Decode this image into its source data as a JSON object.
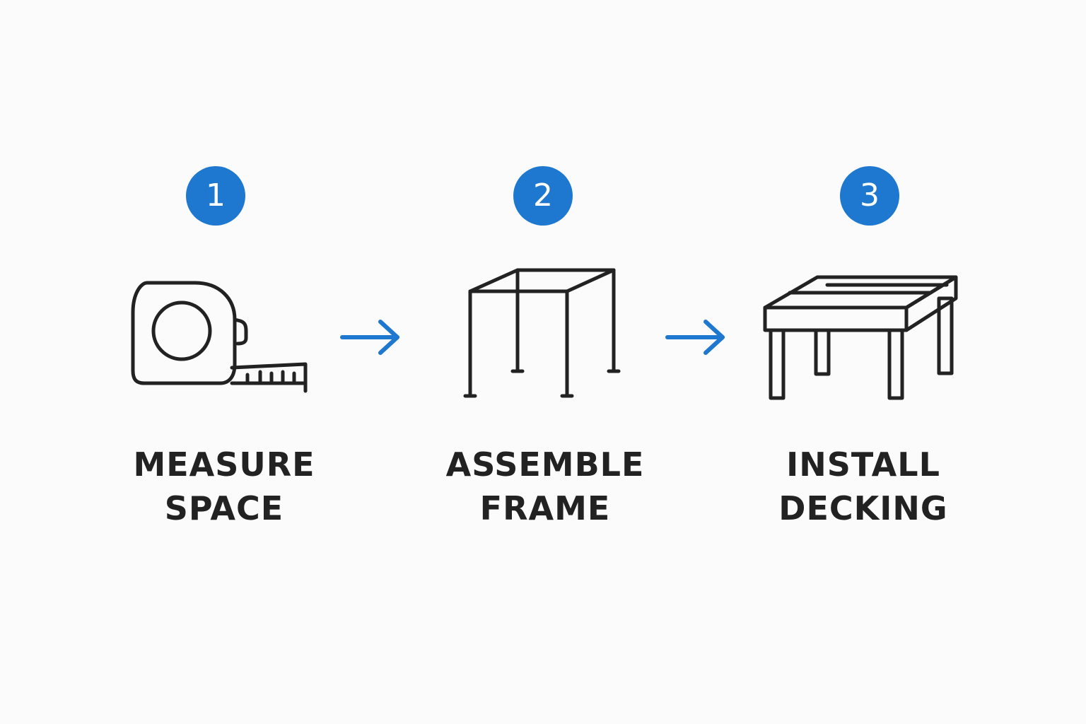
{
  "colors": {
    "background": "#fbfbfb",
    "accent": "#1f78cf",
    "stroke": "#222222",
    "label": "#222222"
  },
  "steps": [
    {
      "number": "1",
      "label_line1": "MEASURE",
      "label_line2": "SPACE",
      "icon": "tape-measure-icon"
    },
    {
      "number": "2",
      "label_line1": "ASSEMBLE",
      "label_line2": "FRAME",
      "icon": "frame-icon"
    },
    {
      "number": "3",
      "label_line1": "INSTALL",
      "label_line2": "DECKING",
      "icon": "deck-table-icon"
    }
  ],
  "connectors": [
    {
      "icon": "arrow-right-icon"
    },
    {
      "icon": "arrow-right-icon"
    }
  ]
}
